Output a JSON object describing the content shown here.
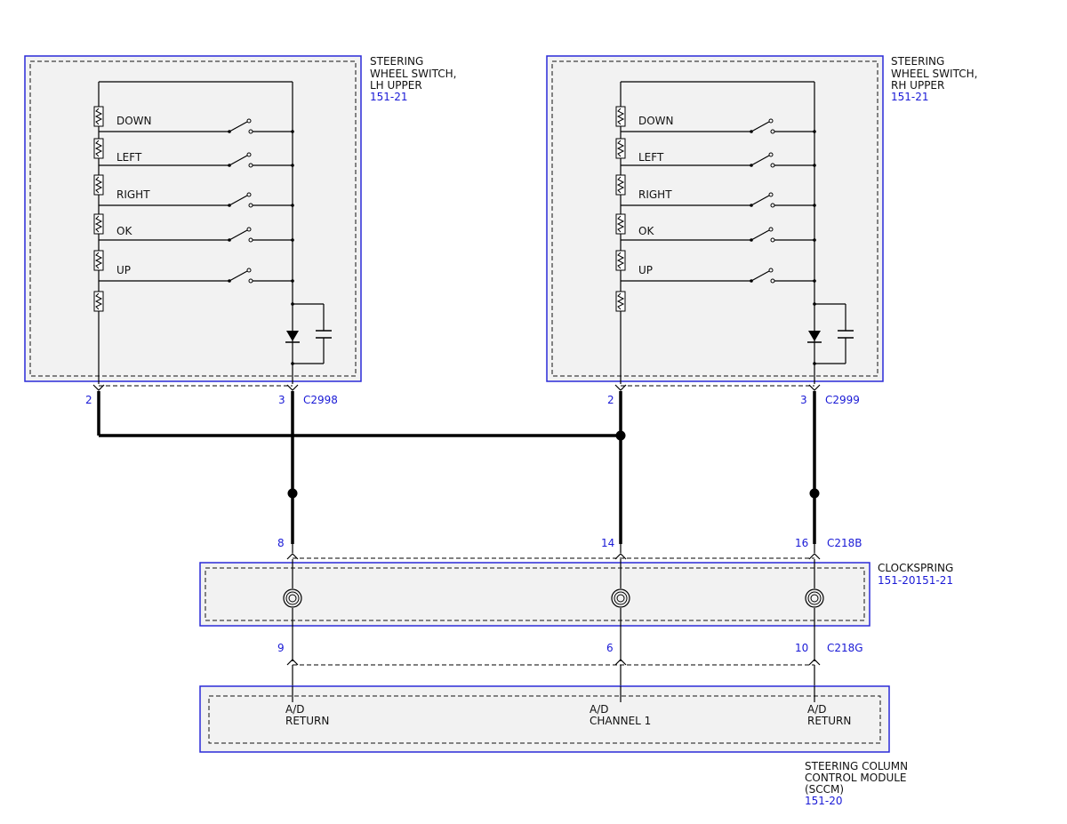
{
  "components": {
    "sw_lh": {
      "name_lines": [
        "STEERING",
        "WHEEL SWITCH,",
        "LH UPPER"
      ],
      "ref": "151-21",
      "switch_labels": [
        "DOWN",
        "LEFT",
        "RIGHT",
        "OK",
        "UP"
      ]
    },
    "sw_rh": {
      "name_lines": [
        "STEERING",
        "WHEEL SWITCH,",
        "RH UPPER"
      ],
      "ref": "151-21",
      "switch_labels": [
        "DOWN",
        "LEFT",
        "RIGHT",
        "OK",
        "UP"
      ]
    },
    "clockspring": {
      "name_lines": [
        "CLOCKSPRING"
      ],
      "ref": "151-20151-21"
    },
    "sccm": {
      "name_lines": [
        "STEERING COLUMN",
        "CONTROL MODULE",
        "(SCCM)"
      ],
      "ref": "151-20",
      "pin_labels": [
        [
          "A/D",
          "RETURN"
        ],
        [
          "A/D",
          "CHANNEL 1"
        ],
        [
          "A/D",
          "RETURN"
        ]
      ]
    }
  },
  "connectors": {
    "c2998": {
      "name": "C2998",
      "pins": [
        "2",
        "3"
      ]
    },
    "c2999": {
      "name": "C2999",
      "pins": [
        "2",
        "3"
      ]
    },
    "c218b": {
      "name": "C218B",
      "pins": [
        "8",
        "14",
        "16"
      ]
    },
    "c218g": {
      "name": "C218G",
      "pins": [
        "9",
        "6",
        "10"
      ]
    }
  },
  "colors": {
    "component_border": "#2a2ad8",
    "reference_text": "#1a1ad6",
    "component_fill": "#f2f2f2",
    "wire": "#000000"
  }
}
